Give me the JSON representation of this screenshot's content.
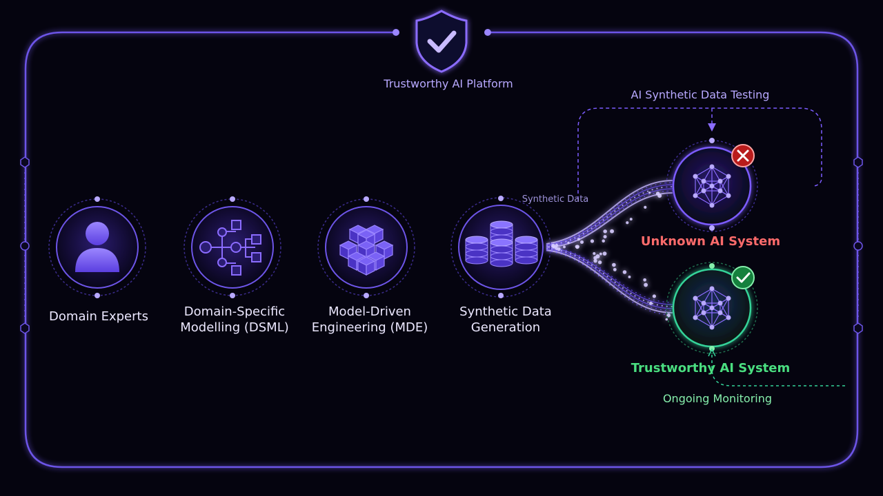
{
  "platform": {
    "title": "Trustworthy AI Platform",
    "icon": "shield-check-icon"
  },
  "pipeline": [
    {
      "id": "domain-experts",
      "label": "Domain Experts",
      "icon": "person-icon"
    },
    {
      "id": "dsml",
      "label": "Domain-Specific\nModelling (DSML)",
      "icon": "tree-diagram-icon"
    },
    {
      "id": "mde",
      "label": "Model-Driven\nEngineering (MDE)",
      "icon": "cubes-icon"
    },
    {
      "id": "synthetic-generation",
      "label": "Synthetic Data\nGeneration",
      "icon": "database-icon"
    }
  ],
  "flow": {
    "synthetic_data_label": "Synthetic Data"
  },
  "testing": {
    "label": "AI Synthetic Data Testing"
  },
  "outcomes": {
    "unknown": {
      "label": "Unknown AI System",
      "status_icon": "x-circle-icon",
      "color": "#ff6b6b"
    },
    "trustworthy": {
      "label": "Trustworthy AI System",
      "status_icon": "check-circle-icon",
      "color": "#4ade80"
    }
  },
  "monitoring": {
    "label": "Ongoing Monitoring",
    "color": "#86efac"
  },
  "colors": {
    "background": "#05040f",
    "accent": "#7c5cff",
    "frame": "#6d55e8",
    "danger": "#ef4444",
    "success": "#22c55e"
  }
}
